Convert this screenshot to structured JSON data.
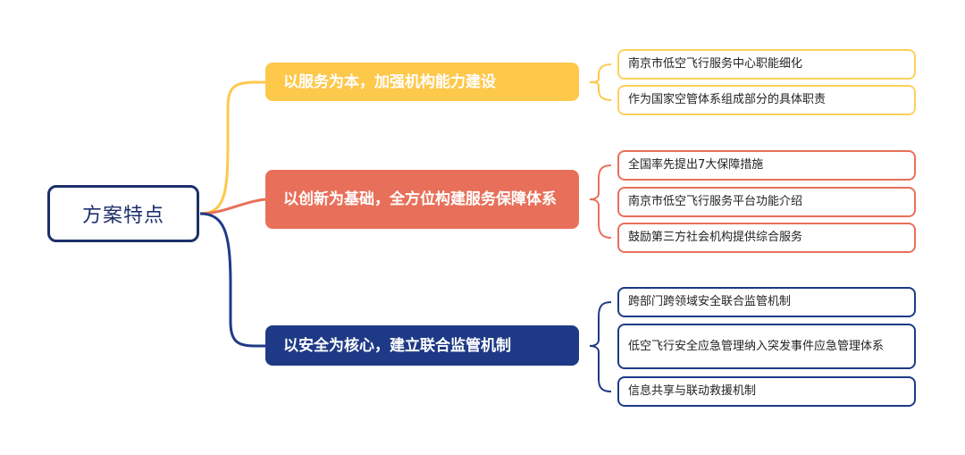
{
  "root": {
    "label": "方案特点"
  },
  "branches": [
    {
      "label": "以服务为本，加强机构能力建设",
      "color": "#fec84b",
      "leaves": [
        "南京市低空飞行服务中心职能细化",
        "作为国家空管体系组成部分的具体职责"
      ]
    },
    {
      "label": "以创新为基础，全方位构建服务保障体系",
      "color": "#e8705a",
      "leaves": [
        "全国率先提出7大保障措施",
        "南京市低空飞行服务平台功能介绍",
        "鼓励第三方社会机构提供综合服务"
      ]
    },
    {
      "label": "以安全为核心，建立联合监管机制",
      "color": "#1e3a86",
      "leaves": [
        "跨部门跨领域安全联合监管机制",
        "低空飞行安全应急管理纳入突发事件应急管理体系",
        "信息共享与联动救援机制"
      ]
    }
  ]
}
